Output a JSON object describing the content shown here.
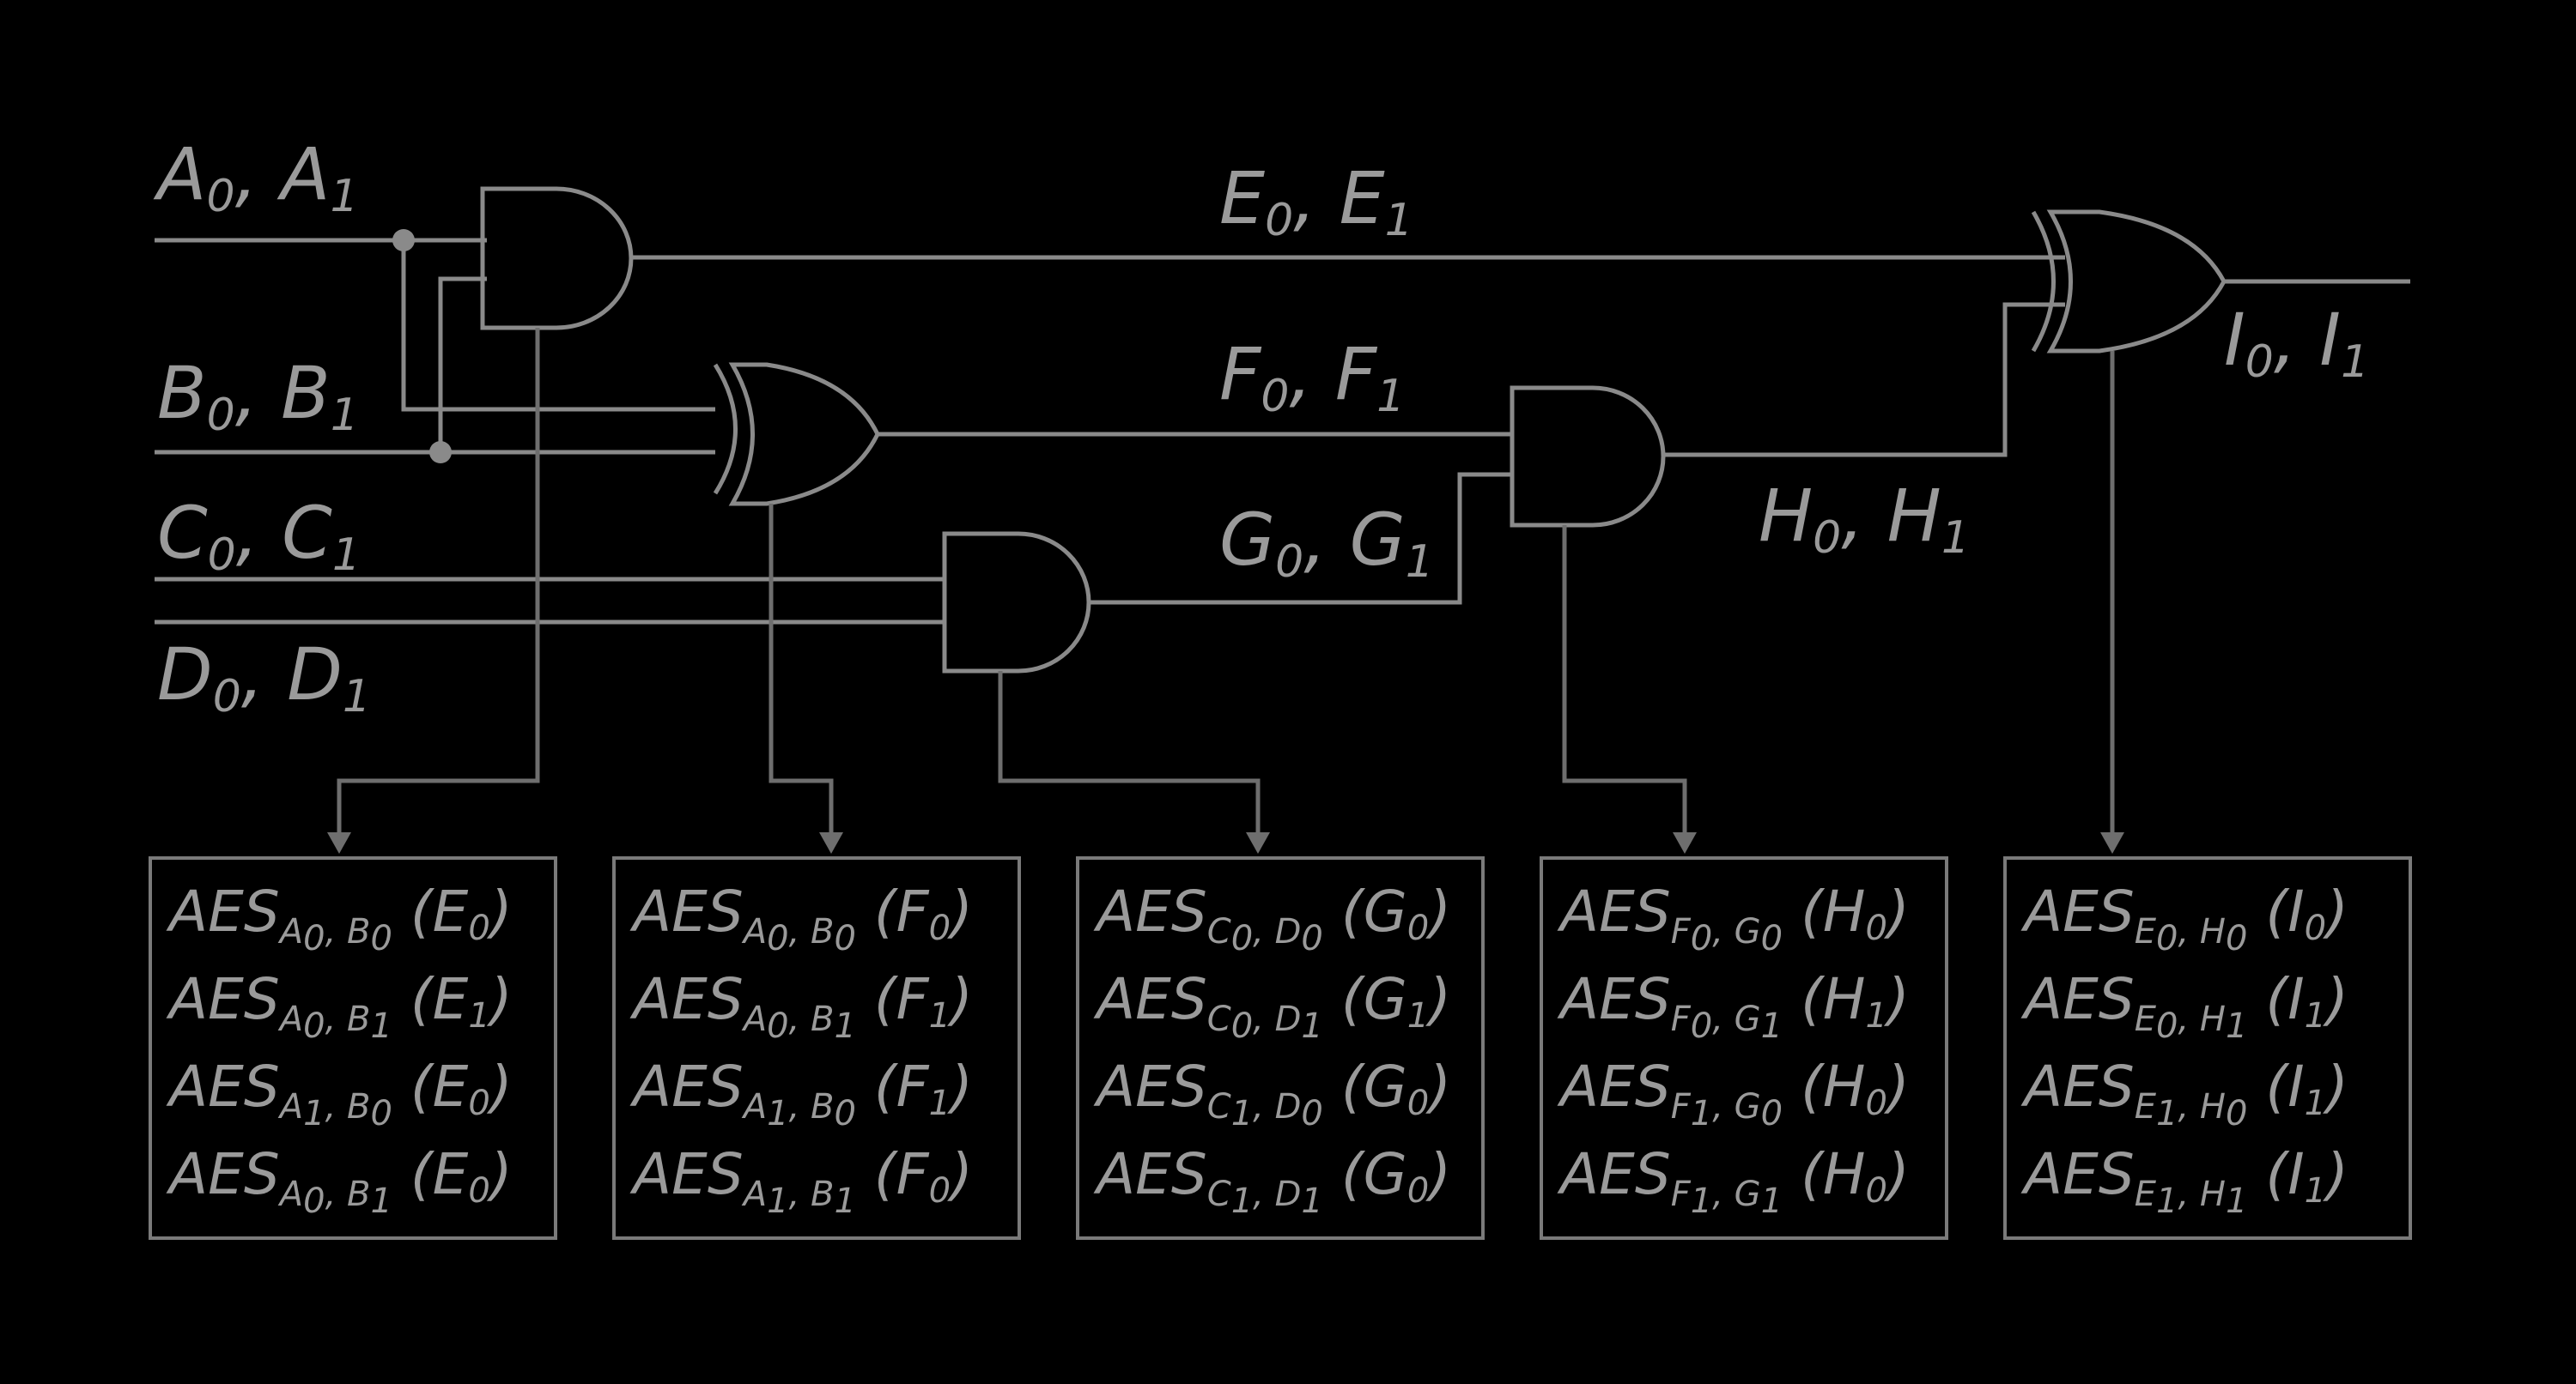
{
  "signals": {
    "A": {
      "name": "A",
      "s0": "0",
      "s1": "1"
    },
    "B": {
      "name": "B",
      "s0": "0",
      "s1": "1"
    },
    "C": {
      "name": "C",
      "s0": "0",
      "s1": "1"
    },
    "D": {
      "name": "D",
      "s0": "0",
      "s1": "1"
    },
    "E": {
      "name": "E",
      "s0": "0",
      "s1": "1"
    },
    "F": {
      "name": "F",
      "s0": "0",
      "s1": "1"
    },
    "G": {
      "name": "G",
      "s0": "0",
      "s1": "1"
    },
    "H": {
      "name": "H",
      "s0": "0",
      "s1": "1"
    },
    "I": {
      "name": "I",
      "s0": "0",
      "s1": "1"
    }
  },
  "separator": ",",
  "gates": [
    {
      "type": "AND",
      "inputs": [
        "A",
        "B"
      ],
      "output": "E"
    },
    {
      "type": "XOR",
      "inputs": [
        "A",
        "B"
      ],
      "output": "F"
    },
    {
      "type": "AND",
      "inputs": [
        "C",
        "D"
      ],
      "output": "G"
    },
    {
      "type": "AND",
      "inputs": [
        "F",
        "G"
      ],
      "output": "H"
    },
    {
      "type": "XOR",
      "inputs": [
        "E",
        "H"
      ],
      "output": "I"
    }
  ],
  "tables": [
    {
      "gate": "gate-1",
      "rows": [
        {
          "prefix": "AES",
          "k1": "A",
          "k1s": "0",
          "k2": "B",
          "k2s": "0",
          "out": "E",
          "outs": "0"
        },
        {
          "prefix": "AES",
          "k1": "A",
          "k1s": "0",
          "k2": "B",
          "k2s": "1",
          "out": "E",
          "outs": "1"
        },
        {
          "prefix": "AES",
          "k1": "A",
          "k1s": "1",
          "k2": "B",
          "k2s": "0",
          "out": "E",
          "outs": "0"
        },
        {
          "prefix": "AES",
          "k1": "A",
          "k1s": "0",
          "k2": "B",
          "k2s": "1",
          "out": "E",
          "outs": "0"
        }
      ]
    },
    {
      "gate": "gate-2",
      "rows": [
        {
          "prefix": "AES",
          "k1": "A",
          "k1s": "0",
          "k2": "B",
          "k2s": "0",
          "out": "F",
          "outs": "0"
        },
        {
          "prefix": "AES",
          "k1": "A",
          "k1s": "0",
          "k2": "B",
          "k2s": "1",
          "out": "F",
          "outs": "1"
        },
        {
          "prefix": "AES",
          "k1": "A",
          "k1s": "1",
          "k2": "B",
          "k2s": "0",
          "out": "F",
          "outs": "1"
        },
        {
          "prefix": "AES",
          "k1": "A",
          "k1s": "1",
          "k2": "B",
          "k2s": "1",
          "out": "F",
          "outs": "0"
        }
      ]
    },
    {
      "gate": "gate-3",
      "rows": [
        {
          "prefix": "AES",
          "k1": "C",
          "k1s": "0",
          "k2": "D",
          "k2s": "0",
          "out": "G",
          "outs": "0"
        },
        {
          "prefix": "AES",
          "k1": "C",
          "k1s": "0",
          "k2": "D",
          "k2s": "1",
          "out": "G",
          "outs": "1"
        },
        {
          "prefix": "AES",
          "k1": "C",
          "k1s": "1",
          "k2": "D",
          "k2s": "0",
          "out": "G",
          "outs": "0"
        },
        {
          "prefix": "AES",
          "k1": "C",
          "k1s": "1",
          "k2": "D",
          "k2s": "1",
          "out": "G",
          "outs": "0"
        }
      ]
    },
    {
      "gate": "gate-4",
      "rows": [
        {
          "prefix": "AES",
          "k1": "F",
          "k1s": "0",
          "k2": "G",
          "k2s": "0",
          "out": "H",
          "outs": "0"
        },
        {
          "prefix": "AES",
          "k1": "F",
          "k1s": "0",
          "k2": "G",
          "k2s": "1",
          "out": "H",
          "outs": "1"
        },
        {
          "prefix": "AES",
          "k1": "F",
          "k1s": "1",
          "k2": "G",
          "k2s": "0",
          "out": "H",
          "outs": "0"
        },
        {
          "prefix": "AES",
          "k1": "F",
          "k1s": "1",
          "k2": "G",
          "k2s": "1",
          "out": "H",
          "outs": "0"
        }
      ]
    },
    {
      "gate": "gate-5",
      "rows": [
        {
          "prefix": "AES",
          "k1": "E",
          "k1s": "0",
          "k2": "H",
          "k2s": "0",
          "out": "I",
          "outs": "0"
        },
        {
          "prefix": "AES",
          "k1": "E",
          "k1s": "0",
          "k2": "H",
          "k2s": "1",
          "out": "I",
          "outs": "1"
        },
        {
          "prefix": "AES",
          "k1": "E",
          "k1s": "1",
          "k2": "H",
          "k2s": "0",
          "out": "I",
          "outs": "1"
        },
        {
          "prefix": "AES",
          "k1": "E",
          "k1s": "1",
          "k2": "H",
          "k2s": "1",
          "out": "I",
          "outs": "1"
        }
      ]
    }
  ],
  "colors": {
    "background": "#000000",
    "line": "#8a8a8a",
    "text": "#9a9a9a"
  }
}
